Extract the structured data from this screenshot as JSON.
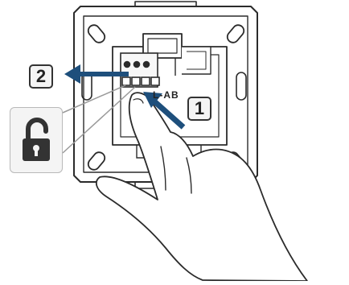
{
  "steps": {
    "release_lever": "2",
    "press_terminal": "1"
  },
  "terminal_marking": "L-AB",
  "icons": {
    "unlock": "padlock-open-icon",
    "pull_arrow": "arrow-left-icon",
    "push_arrow": "arrow-up-left-icon"
  },
  "colors": {
    "arrow": "#1e4f7c",
    "outline": "#2b2b2b",
    "badge_fill": "#f4f4f4",
    "lock_icon": "#333333"
  }
}
